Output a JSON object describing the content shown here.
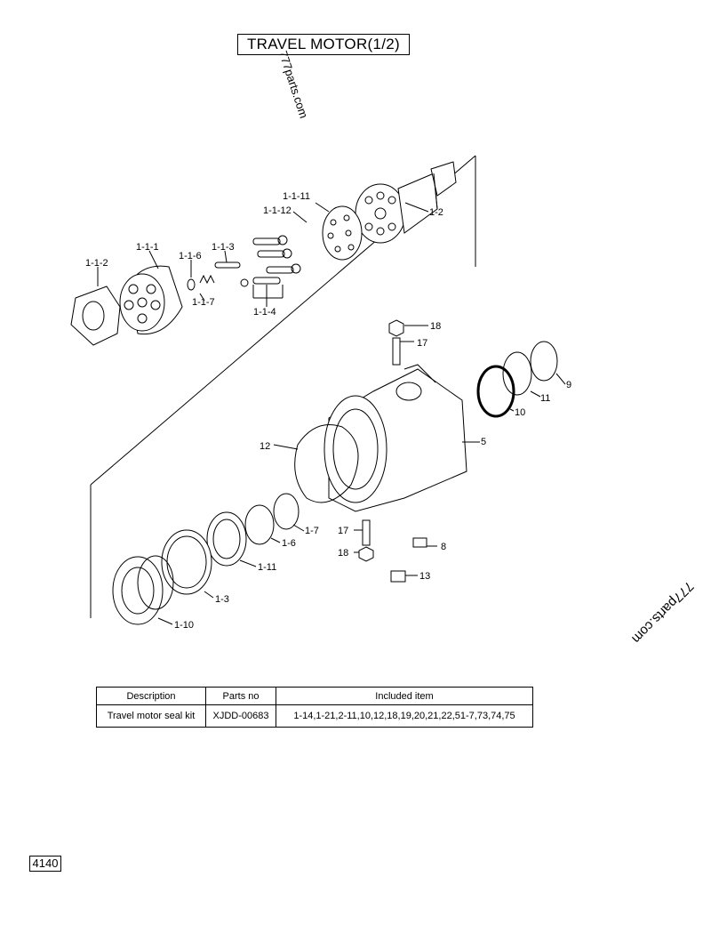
{
  "title": "TRAVEL MOTOR(1/2)",
  "page_number": "4140",
  "watermark": "777parts.com",
  "callouts": {
    "c_1_1_11": "1-1-11",
    "c_1_1_12": "1-1-12",
    "c_1_2": "1-2",
    "c_1_1_1": "1-1-1",
    "c_1_1_3": "1-1-3",
    "c_1_1_2": "1-1-2",
    "c_1_1_6": "1-1-6",
    "c_1_1_7": "1-1-7",
    "c_1_1_4": "1-1-4",
    "c_18a": "18",
    "c_17a": "17",
    "c_9": "9",
    "c_11": "11",
    "c_10": "10",
    "c_5": "5",
    "c_12": "12",
    "c_1_7": "1-7",
    "c_1_6": "1-6",
    "c_17b": "17",
    "c_8": "8",
    "c_18b": "18",
    "c_1_11": "1-11",
    "c_13": "13",
    "c_1_3": "1-3",
    "c_1_10": "1-10"
  },
  "kit_table": {
    "headers": [
      "Description",
      "Parts no",
      "Included item"
    ],
    "rows": [
      [
        "Travel motor seal kit",
        "XJDD-00683",
        "1-14,1-21,2-11,10,12,18,19,20,21,22,51-7,73,74,75"
      ]
    ]
  }
}
